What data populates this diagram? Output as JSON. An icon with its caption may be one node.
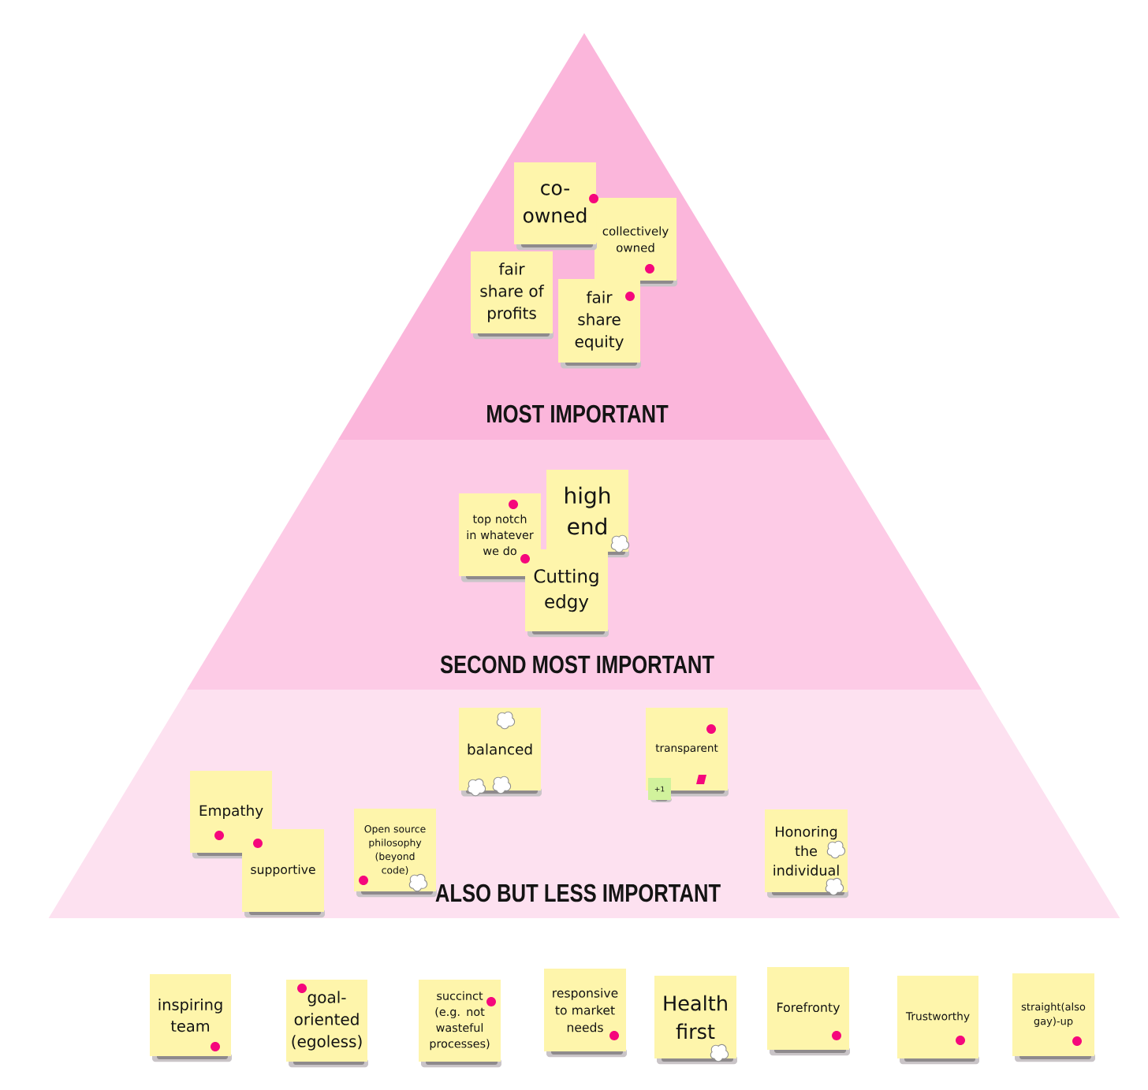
{
  "diagram": {
    "nodes": [
      {
        "text": [
          "MOST IMPORTANT"
        ]
      },
      {
        "text": [
          "co-owned"
        ],
        "in": 0
      },
      {
        "text": [
          "collectively owned"
        ],
        "in": 0
      },
      {
        "text": [
          "fair share of profits"
        ],
        "in": 0
      },
      {
        "text": [
          "fair share equity"
        ],
        "in": 0
      },
      {
        "text": [
          "SECOND MOST IMPORTANT"
        ]
      },
      {
        "text": [
          "top notch in whatever we do"
        ],
        "in": 5
      },
      {
        "text": [
          "high end"
        ],
        "in": 5
      },
      {
        "text": [
          "Cutting edgy"
        ],
        "in": 5
      },
      {
        "text": [
          "ALSO BUT LESS IMPORTANT"
        ]
      },
      {
        "text": [
          "balanced"
        ],
        "in": 9
      },
      {
        "text": [
          "transparent"
        ],
        "in": 9
      },
      {
        "text": [
          "+1"
        ],
        "in": 9
      },
      {
        "text": [
          "Empathy"
        ],
        "in": 9
      },
      {
        "text": [
          "supportive"
        ],
        "in": 9
      },
      {
        "text": [
          "Open source philosophy (beyond code)"
        ],
        "in": 9
      },
      {
        "text": [
          "Honoring the individual"
        ],
        "in": 9
      },
      {
        "text": [
          "inspiring team"
        ]
      },
      {
        "text": [
          "goal-oriented (egoless)"
        ]
      },
      {
        "text": [
          "succinct (e.g. not wasteful processes)"
        ]
      },
      {
        "text": [
          "responsive to market needs"
        ]
      },
      {
        "text": [
          "Health first"
        ]
      },
      {
        "text": [
          "Forefronty"
        ]
      },
      {
        "text": [
          "Trustworthy"
        ]
      },
      {
        "text": [
          "straight(also gay)-up"
        ]
      }
    ]
  }
}
